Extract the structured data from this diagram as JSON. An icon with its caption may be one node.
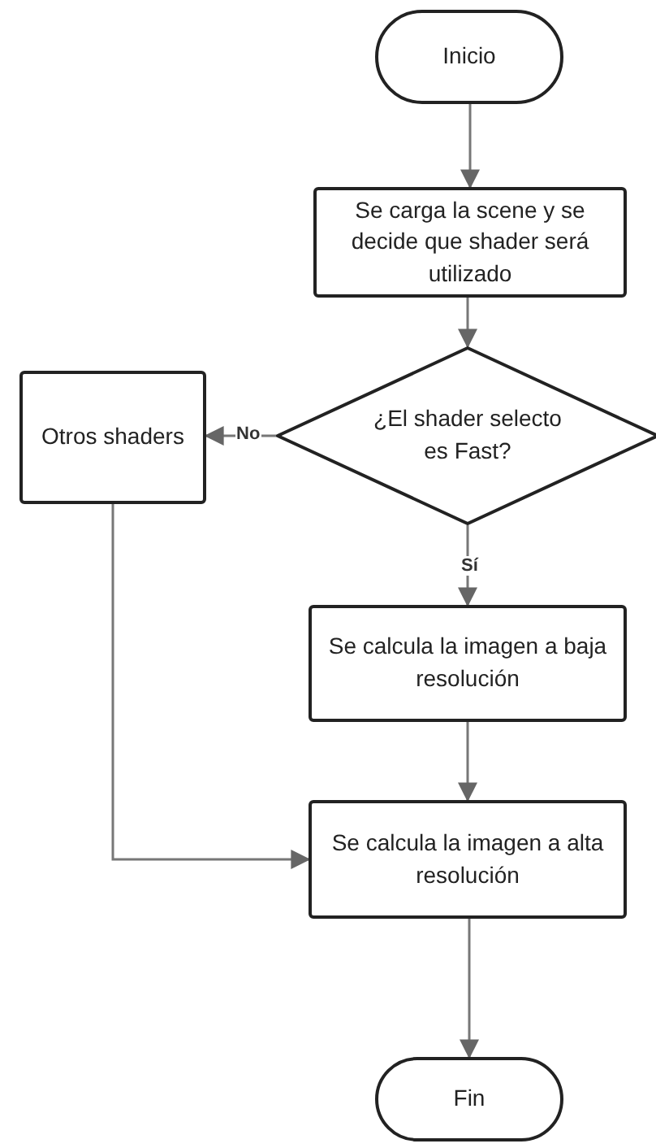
{
  "diagram": {
    "nodes": [
      {
        "text": [
          "Inicio"
        ]
      },
      {
        "text": [
          "Se carga la scene y se decide que shader será utilizado"
        ]
      },
      {
        "text": [
          "¿El shader selecto es Fast?"
        ]
      },
      {
        "text": [
          "Otros shaders"
        ]
      },
      {
        "text": [
          "Se calcula la imagen a baja resolución"
        ]
      },
      {
        "text": [
          "Se calcula la imagen a alta resolución"
        ]
      },
      {
        "text": [
          "Fin"
        ]
      }
    ],
    "edges": [
      {
        "from": 0,
        "to": 1,
        "arrow": "to"
      },
      {
        "from": 1,
        "to": 2,
        "arrow": "to"
      },
      {
        "from": 2,
        "to": 3,
        "arrow": "to",
        "label": "No"
      },
      {
        "from": 2,
        "to": 4,
        "arrow": "to",
        "label": "Sí"
      },
      {
        "from": 4,
        "to": 5,
        "arrow": "to"
      },
      {
        "from": 3,
        "to": 5,
        "arrow": "to"
      },
      {
        "from": 5,
        "to": 6,
        "arrow": "to"
      }
    ]
  }
}
